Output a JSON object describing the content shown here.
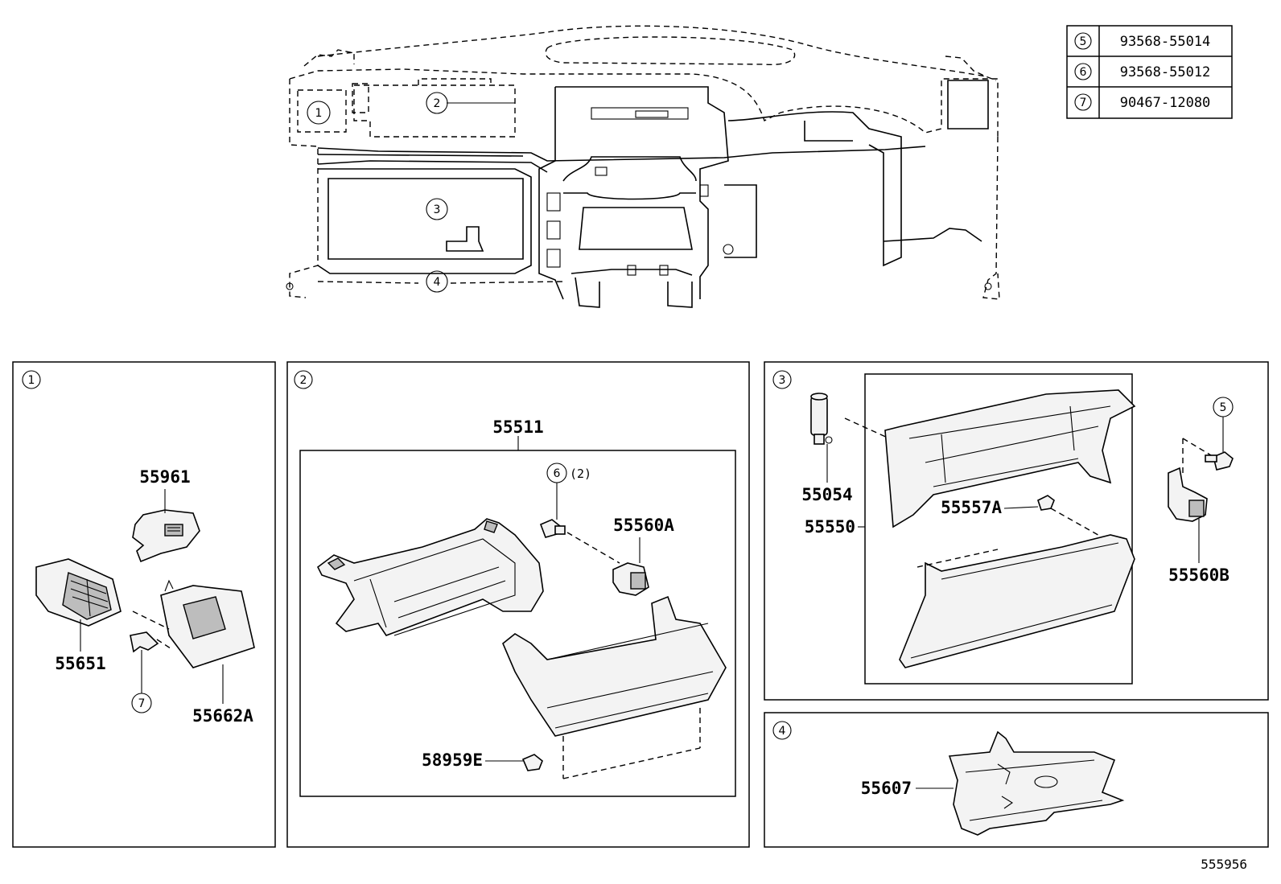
{
  "ref_table": [
    {
      "num": "5",
      "part": "93568-55014"
    },
    {
      "num": "6",
      "part": "93568-55012"
    },
    {
      "num": "7",
      "part": "90467-12080"
    }
  ],
  "overview_callouts": [
    "1",
    "2",
    "3",
    "4"
  ],
  "panels": {
    "p1": {
      "num": "1",
      "labels": {
        "a": "55961",
        "b": "55651",
        "c": "55662A",
        "d": "7"
      }
    },
    "p2": {
      "num": "2",
      "labels": {
        "assy": "55511",
        "screw": "6",
        "screw_qty": "(2)",
        "a": "55560A",
        "b": "58959E"
      }
    },
    "p3": {
      "num": "3",
      "labels": {
        "a": "55054",
        "b": "55550",
        "c": "55557A",
        "d": "5",
        "e": "55560B"
      }
    },
    "p4": {
      "num": "4",
      "labels": {
        "a": "55607"
      }
    }
  },
  "figure_code": "555956"
}
